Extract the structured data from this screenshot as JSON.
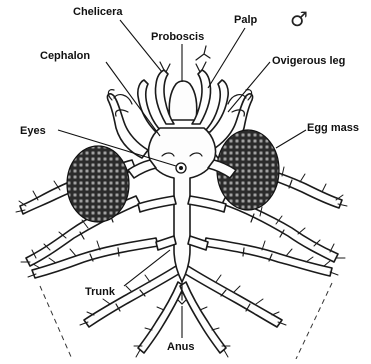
{
  "sex_symbol": "♂",
  "labels": {
    "chelicera": "Chelicera",
    "proboscis": "Proboscis",
    "palp": "Palp",
    "cephalon": "Cephalon",
    "ovigerous_leg": "Ovigerous leg",
    "eyes": "Eyes",
    "egg_mass": "Egg mass",
    "trunk": "Trunk",
    "anus": "Anus"
  },
  "colors": {
    "ink": "#1a1a1a",
    "egg_mass": "#2b2b2b",
    "background": "#ffffff"
  }
}
